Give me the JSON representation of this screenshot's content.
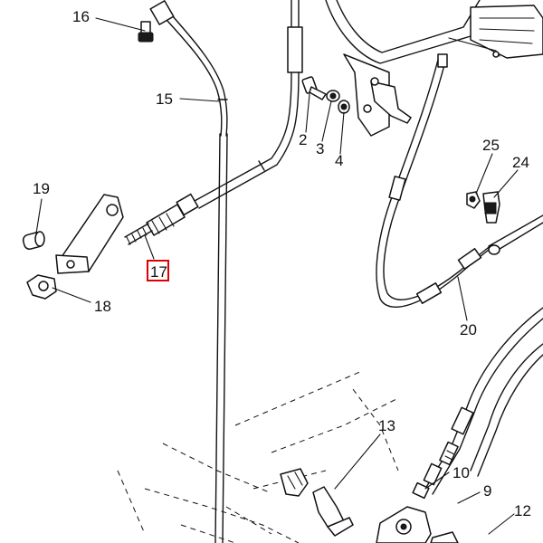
{
  "callouts": {
    "c2": "2",
    "c3": "3",
    "c4": "4",
    "c9": "9",
    "c10": "10",
    "c12": "12",
    "c13": "13",
    "c15": "15",
    "c16": "16",
    "c17": "17",
    "c18": "18",
    "c19": "19",
    "c20": "20",
    "c24": "24",
    "c25": "25"
  },
  "highlight_color": "#e00000"
}
